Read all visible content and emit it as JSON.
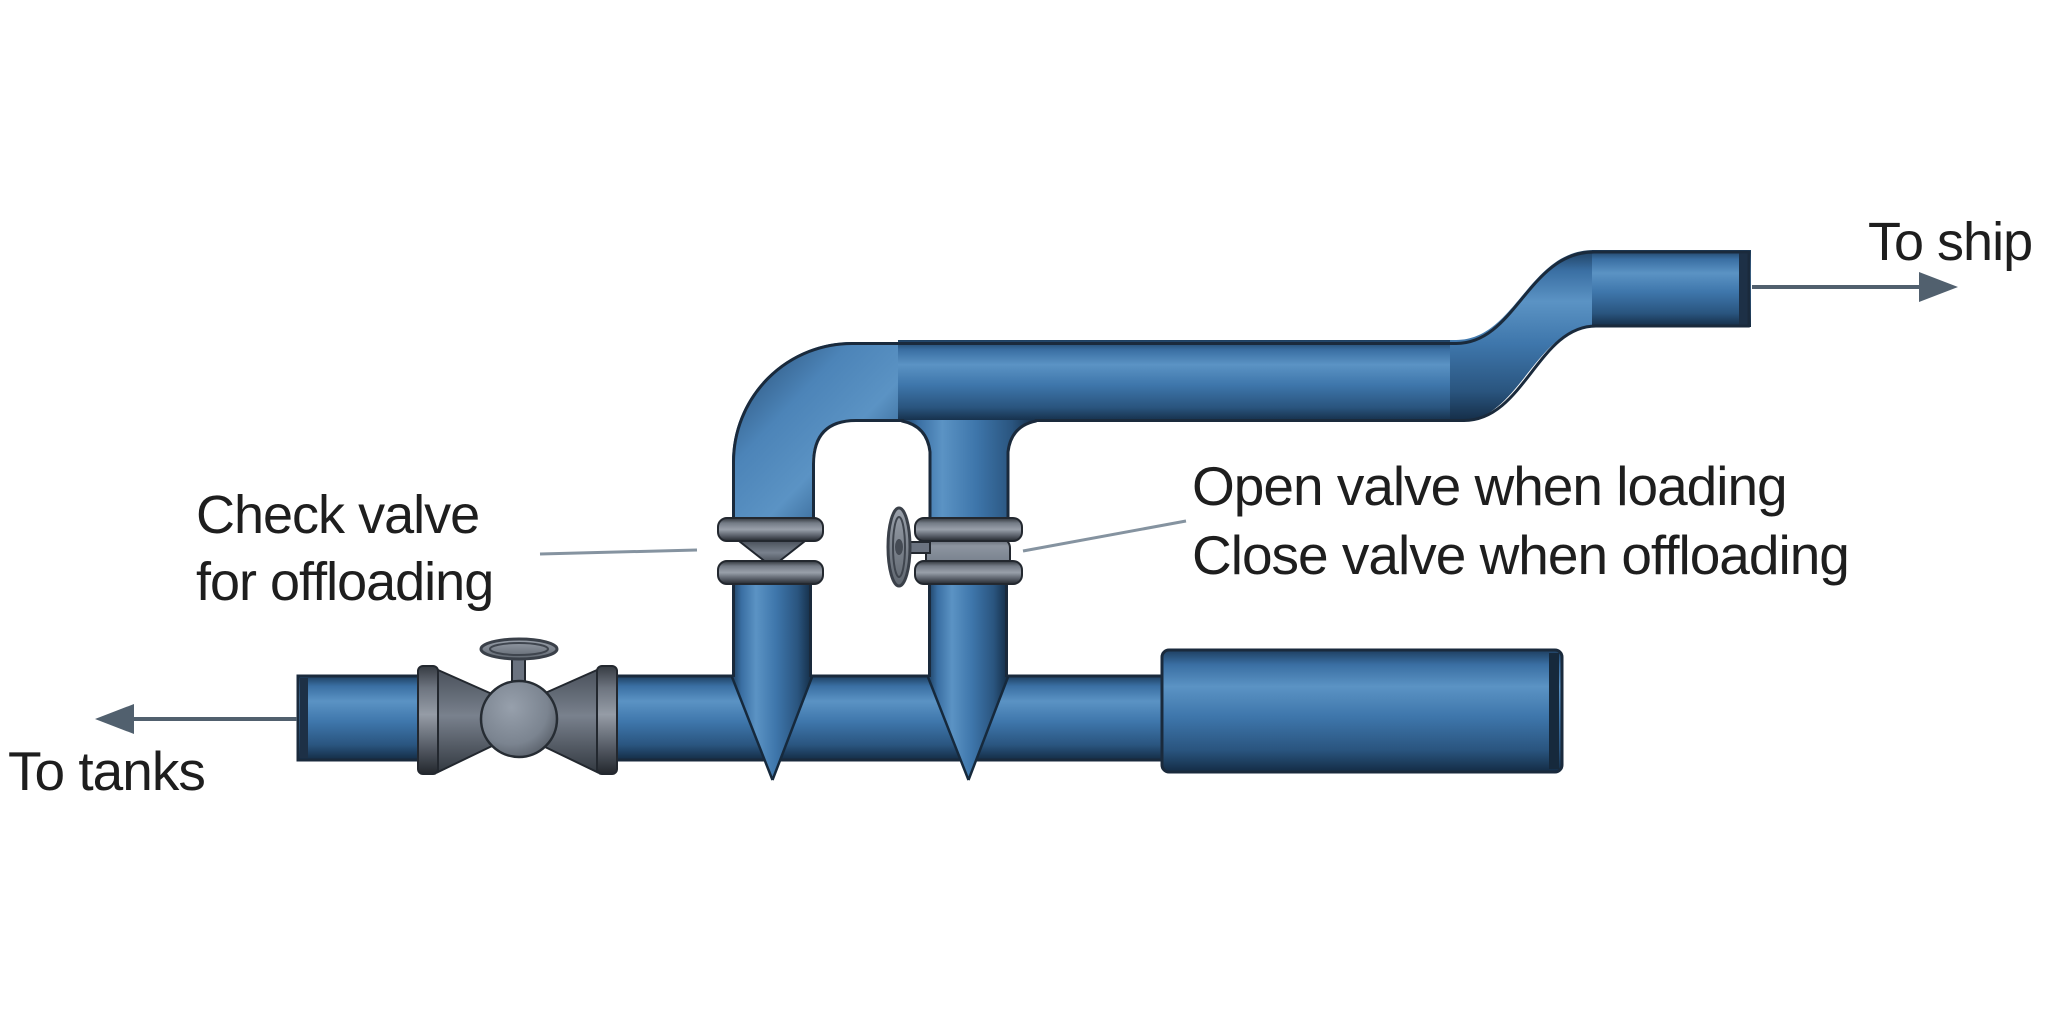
{
  "labels": {
    "to_ship": "To ship",
    "to_tanks": "To tanks",
    "check_valve_line1": "Check valve",
    "check_valve_line2": "for offloading",
    "loading_valve_line1": "Open valve when loading",
    "loading_valve_line2": "Close valve when offloading"
  },
  "components": {
    "pipes": [
      "bottom-header-pipe",
      "offloading-riser",
      "loading-riser",
      "top-crossover-pipe",
      "s-bend-pipe",
      "ship-outlet-pipe",
      "expanded-pipe-section"
    ],
    "valves": [
      "globe-valve-with-handwheel",
      "check-valve",
      "loading-valve-with-side-handwheel"
    ]
  },
  "colors": {
    "background": "#ffffff",
    "pipe_blue": "#3e76ab",
    "pipe_highlight": "#5b93c4",
    "pipe_shadow": "#1c3a57",
    "valve_gray": "#99a0aa",
    "valve_gray_dark": "#31363e",
    "leader_line": "#8593a0",
    "arrow": "#51606e",
    "text": "#1e1e1e"
  }
}
